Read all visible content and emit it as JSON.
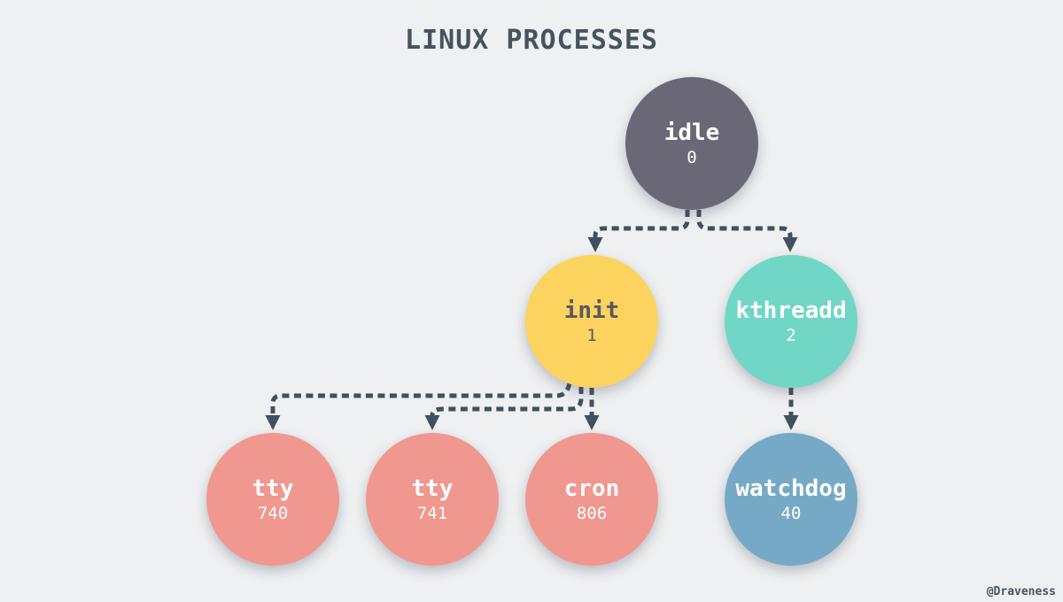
{
  "title": "LINUX PROCESSES",
  "credit": "@Draveness",
  "colors": {
    "background": "#eef0f2",
    "line": "#40505c",
    "title_text": "#46535e",
    "idle_fill": "#6a6776",
    "init_fill": "#fbd35e",
    "kthreadd_fill": "#70d6c5",
    "tty_cron_fill": "#f0978f",
    "watchdog_fill": "#76a9c5",
    "light_text": "#ffffff",
    "dark_text": "#5a5766"
  },
  "nodes": [
    {
      "id": "idle",
      "name": "idle",
      "pid": "0"
    },
    {
      "id": "init",
      "name": "init",
      "pid": "1"
    },
    {
      "id": "kthreadd",
      "name": "kthreadd",
      "pid": "2"
    },
    {
      "id": "tty-740",
      "name": "tty",
      "pid": "740"
    },
    {
      "id": "tty-741",
      "name": "tty",
      "pid": "741"
    },
    {
      "id": "cron",
      "name": "cron",
      "pid": "806"
    },
    {
      "id": "watchdog",
      "name": "watchdog",
      "pid": "40"
    }
  ],
  "edges": [
    {
      "from": "idle",
      "to": "init"
    },
    {
      "from": "idle",
      "to": "kthreadd"
    },
    {
      "from": "init",
      "to": "tty-740"
    },
    {
      "from": "init",
      "to": "tty-741"
    },
    {
      "from": "init",
      "to": "cron"
    },
    {
      "from": "kthreadd",
      "to": "watchdog"
    }
  ]
}
